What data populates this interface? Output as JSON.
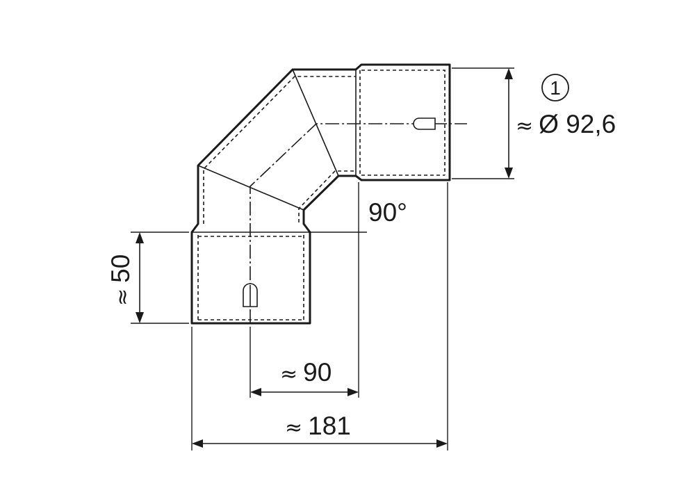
{
  "diagram": {
    "marker": "1",
    "dimensions": {
      "diameter": {
        "prefix": "≈",
        "text": "Ø 92,6"
      },
      "angle": {
        "text": "90°"
      },
      "sleeve_length": {
        "prefix": "≈",
        "text": "50"
      },
      "offset": {
        "prefix": "≈",
        "text": "90"
      },
      "overall_width": {
        "prefix": "≈",
        "text": "181"
      }
    }
  }
}
